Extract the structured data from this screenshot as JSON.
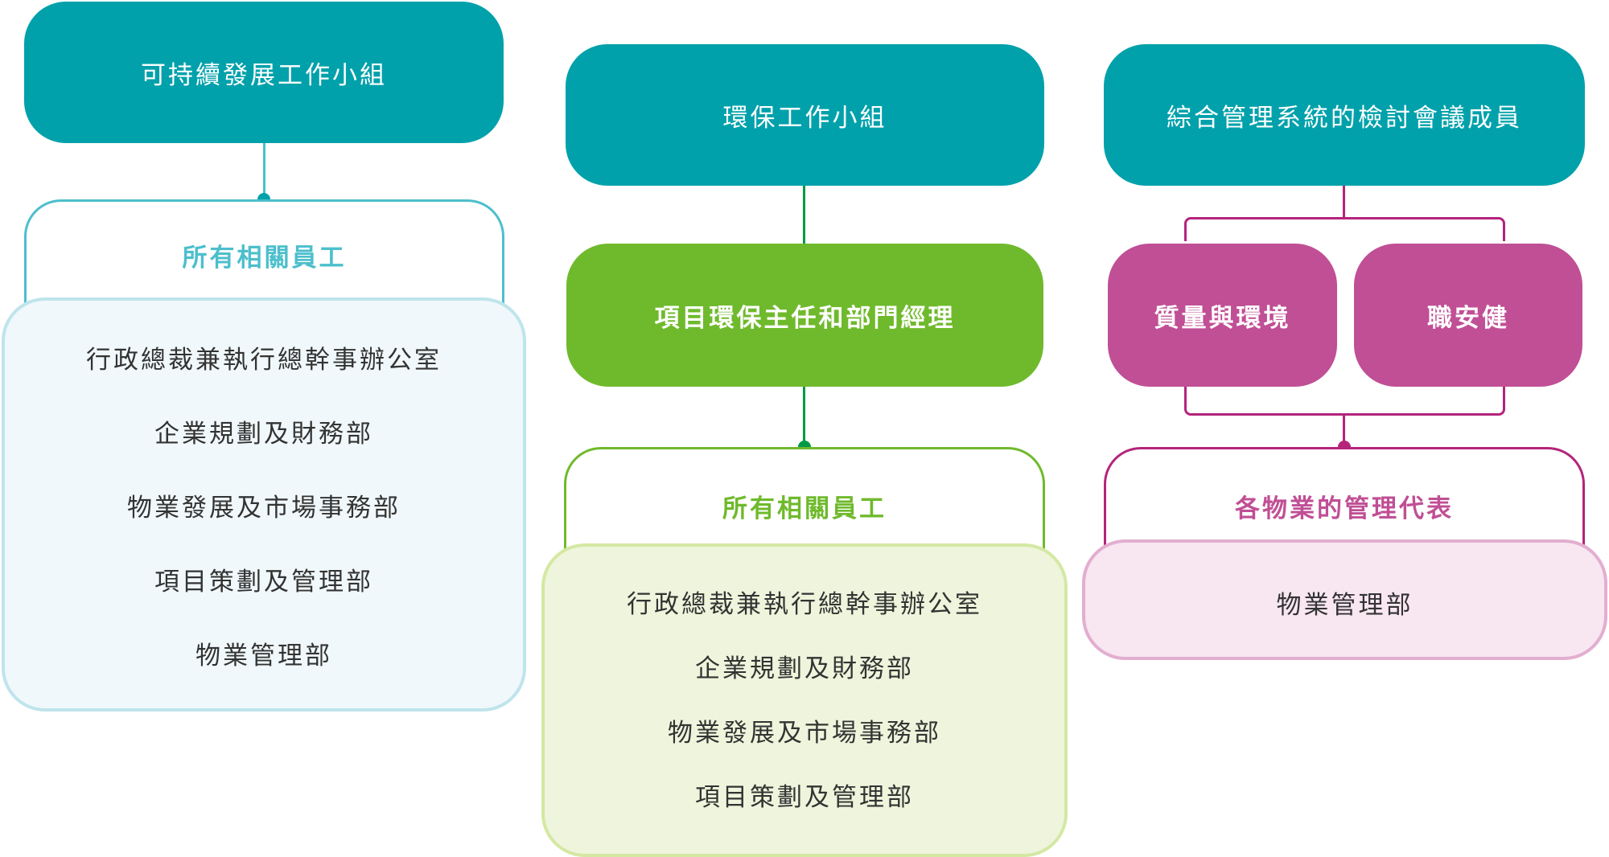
{
  "colors": {
    "teal": "#00a1ab",
    "light_teal": "#4cbfcc",
    "green": "#6fba2c",
    "dark_green": "#009944",
    "magenta": "#c04f95",
    "dark_magenta": "#b4247b"
  },
  "column1": {
    "header": "可持續發展工作小組",
    "label": "所有相關員工",
    "items": [
      "行政總裁兼執行總幹事辦公室",
      "企業規劃及財務部",
      "物業發展及市場事務部",
      "項目策劃及管理部",
      "物業管理部"
    ]
  },
  "column2": {
    "header": "環保工作小組",
    "middle": "項目環保主任和部門經理",
    "label": "所有相關員工",
    "items": [
      "行政總裁兼執行總幹事辦公室",
      "企業規劃及財務部",
      "物業發展及市場事務部",
      "項目策劃及管理部"
    ]
  },
  "column3": {
    "header": "綜合管理系統的檢討會議成員",
    "branch_left": "質量與環境",
    "branch_right": "職安健",
    "label": "各物業的管理代表",
    "items": [
      "物業管理部"
    ]
  }
}
